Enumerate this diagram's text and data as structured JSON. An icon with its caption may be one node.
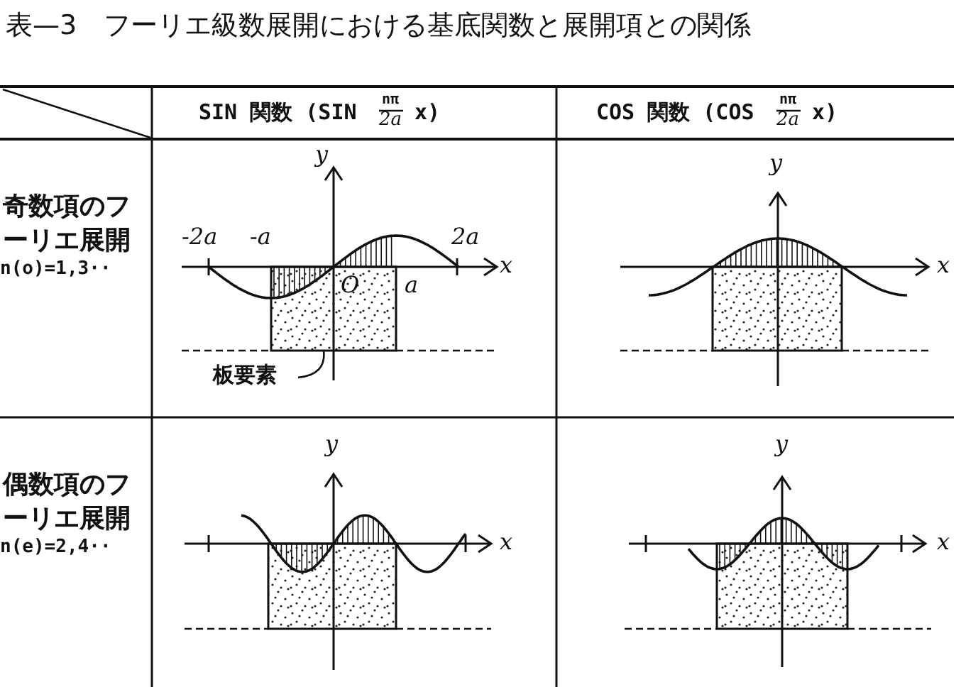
{
  "diagram": {
    "title": "表—3　フーリエ級数展開における基底関数と展開項との関係",
    "nodes": [
      {
        "text": [
          "板要素"
        ]
      },
      {
        "text": [],
        "shape": "box"
      }
    ],
    "edges": [
      {
        "from": 0,
        "to": 1,
        "arrow": "none"
      }
    ],
    "labels": [
      "SIN 関数 (SIN",
      "nπ",
      "2a",
      "x)",
      "COS 関数 (COS",
      "nπ",
      "2a",
      "x)",
      "奇数項のフーリエ展開",
      "n(o)=1,3··",
      "y",
      "-2a",
      "-a",
      "2a",
      "x",
      "O",
      "a",
      "y",
      "x",
      "偶数項のフーリエ展開",
      "n(e)=2,4··",
      "y",
      "x",
      "y",
      "x"
    ]
  }
}
